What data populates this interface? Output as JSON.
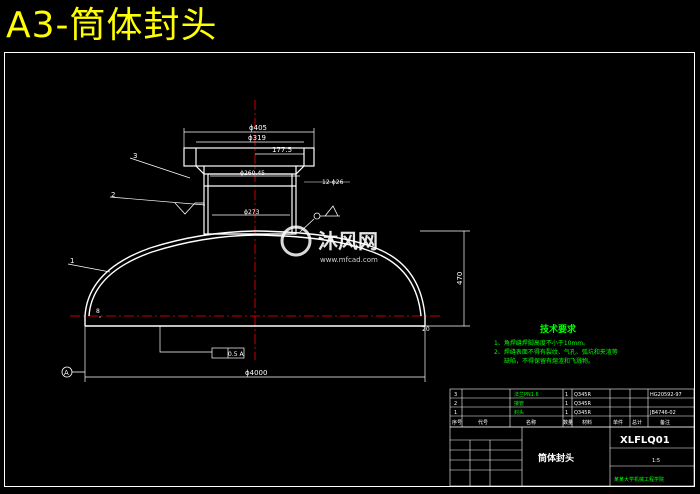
{
  "title": "A3-筒体封头",
  "colors": {
    "background": "#000000",
    "frame": "#ffffff",
    "title": "#ffff00",
    "centerline": "#ff0000",
    "notes": "#00ff00",
    "watermark": "#ffffff"
  },
  "dimensions": {
    "d405": "ϕ405",
    "d319": "ϕ319",
    "r177": "177.5",
    "d260": "ϕ260.45",
    "bolts": "12-ϕ26",
    "d273": "ϕ273",
    "height": "470",
    "d4000": "ϕ4000",
    "thk": "20"
  },
  "balloons": {
    "b1": "1",
    "b2": "2",
    "b3": "3",
    "b4": "8"
  },
  "datum_ref": "A",
  "tolerance_frame": "0.5 A",
  "tech_notes": {
    "heading": "技术要求",
    "line1": "1、角焊缝焊脚高度不小于10mm。",
    "line2": "2、焊缝表面不得有裂纹、气孔、弧坑和夹渣等",
    "line3": "缺陷，不得保留有熔渣和飞溅物。"
  },
  "bom": {
    "rows": [
      {
        "no": "3",
        "name": "法兰PN1.6",
        "qty": "1",
        "material": "Q345R",
        "std": "HG20592-97"
      },
      {
        "no": "2",
        "name": "接管",
        "qty": "1",
        "material": "Q345R",
        "std": ""
      },
      {
        "no": "1",
        "name": "封头",
        "qty": "1",
        "material": "Q345R",
        "std": "JB4746-02"
      }
    ],
    "header": {
      "no": "序号",
      "code": "代号",
      "name": "名称",
      "qty": "数量",
      "material": "材料",
      "unit_wt": "单件",
      "total_wt": "总计",
      "note": "备注"
    }
  },
  "title_block": {
    "drawing_no": "XLFLQ01",
    "part_name": "筒体封头",
    "scale": "1:5",
    "school": "某某大学机械工程学院"
  },
  "watermark": {
    "brand": "沐风网",
    "url": "www.mfcad.com"
  }
}
